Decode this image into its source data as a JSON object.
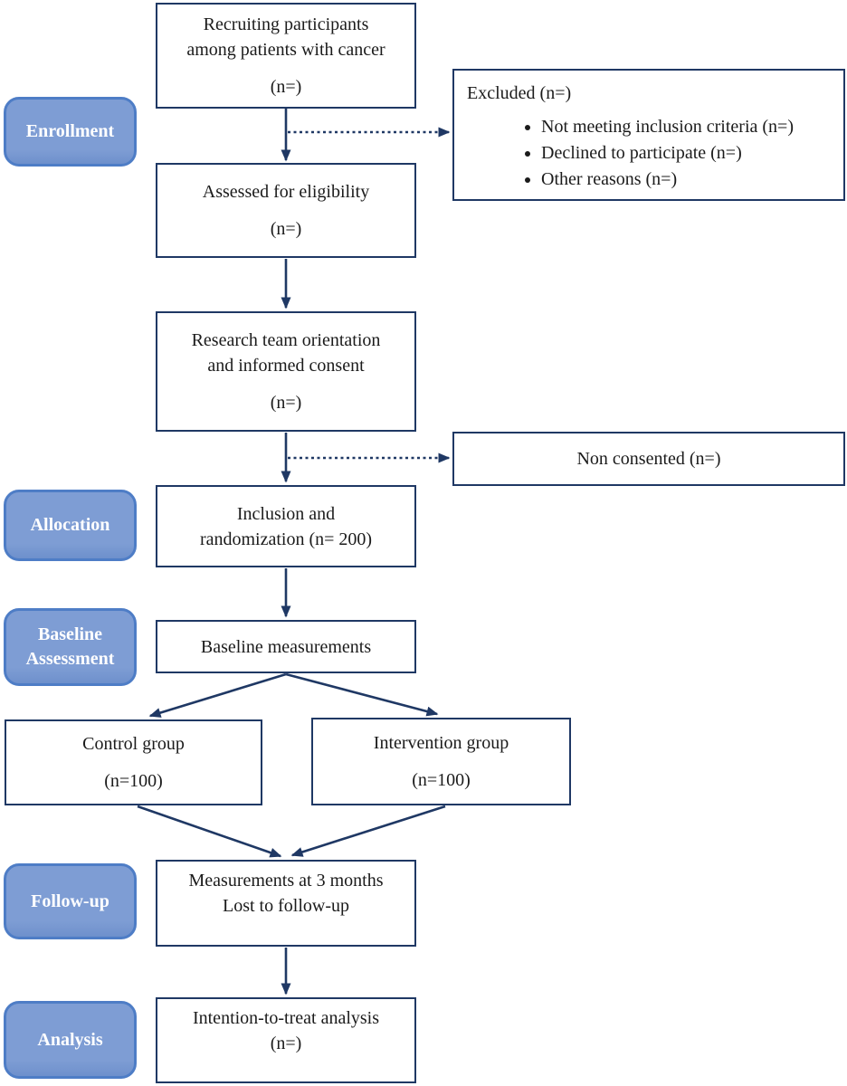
{
  "colors": {
    "badge_fill": "#7E9DD4",
    "badge_border": "#4E7DC6",
    "badge_text": "#FFFFFF",
    "box_border": "#1F3864",
    "arrow": "#1F3864",
    "text": "#1B1B1B"
  },
  "badges": {
    "enrollment": "Enrollment",
    "allocation": "Allocation",
    "baseline_assessment": "Baseline Assessment",
    "followup": "Follow-up",
    "analysis": "Analysis"
  },
  "boxes": {
    "recruiting": {
      "title": "Recruiting participants\namong patients with cancer",
      "n": "(n=)"
    },
    "excluded": {
      "title": "Excluded (n=)",
      "items": [
        "Not meeting inclusion criteria (n=)",
        "Declined to participate (n=)",
        "Other reasons (n=)"
      ]
    },
    "assessed": {
      "title": "Assessed for eligibility",
      "n": "(n=)"
    },
    "orientation": {
      "title": "Research team orientation\nand informed consent",
      "n": "(n=)"
    },
    "non_consented": {
      "title": "Non consented (n=)"
    },
    "randomization": {
      "title": "Inclusion and\nrandomization (n= 200)"
    },
    "baseline_measurements": {
      "title": "Baseline measurements"
    },
    "control": {
      "title": "Control group",
      "n": "(n=100)"
    },
    "intervention": {
      "title": "Intervention group",
      "n": "(n=100)"
    },
    "followup_measurements": {
      "title": "Measurements at 3 months\nLost to follow-up"
    },
    "itt": {
      "title": "Intention-to-treat analysis\n(n=)"
    }
  }
}
